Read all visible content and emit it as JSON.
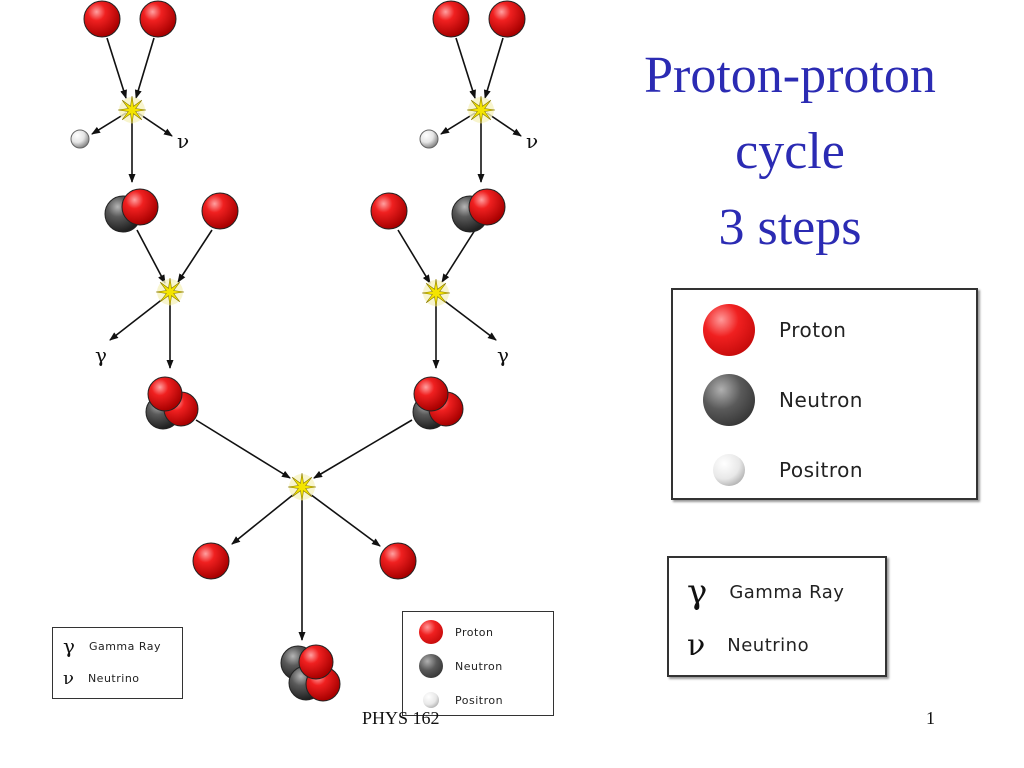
{
  "title": {
    "line1": "Proton-proton",
    "line2": "cycle",
    "line3": "3 steps"
  },
  "symbols": {
    "gamma": "γ",
    "neutrino": "ν"
  },
  "legend_particles": [
    {
      "label": "Proton",
      "kind": "proton"
    },
    {
      "label": "Neutron",
      "kind": "neutron"
    },
    {
      "label": "Positron",
      "kind": "positron"
    }
  ],
  "legend_rays": [
    {
      "symbol": "γ",
      "label": "Gamma Ray"
    },
    {
      "symbol": "ν",
      "label": "Neutrino"
    }
  ],
  "footer": {
    "course": "PHYS 162",
    "page": "1"
  },
  "colors": {
    "title": "#2b2bb3",
    "proton": "#e01010",
    "neutron": "#555555",
    "positron": "#e8e8e8",
    "flash": "#f4e400"
  }
}
